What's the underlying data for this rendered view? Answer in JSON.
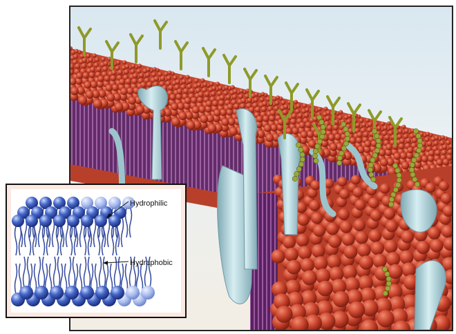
{
  "inset": {
    "labels": {
      "hydrophilic": "Hydrophilic",
      "hydrophobic": "Hydraphobic"
    }
  },
  "colors": {
    "phospholipid_head_outer": "#c23a26",
    "lipid_tail": "#6a2a6f",
    "protein": "#a9cdd6",
    "glycan": "#8e9a2a",
    "glycan_bead": "#9aa83a",
    "inset_head": "#2f55b8",
    "inset_tail": "#3a4fa0",
    "inset_border_bg": "#fbe9e2"
  },
  "icons": {
    "main": "cell-membrane-illustration",
    "inset": "lipid-bilayer-diagram"
  }
}
